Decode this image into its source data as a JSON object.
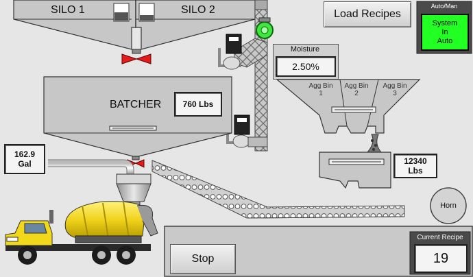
{
  "silos": [
    {
      "label": "SILO 1"
    },
    {
      "label": "SILO 2"
    }
  ],
  "load_recipes": {
    "label": "Load Recipes"
  },
  "auto_man": {
    "title": "Auto/Man",
    "status_line1": "System",
    "status_line2": "In",
    "status_line3": "Auto",
    "status_color": "#22ff22"
  },
  "moisture": {
    "label": "Moisture",
    "value": "2.50%"
  },
  "agg_bins": [
    {
      "line1": "Agg Bin",
      "line2": "1"
    },
    {
      "line1": "Agg Bin",
      "line2": "2"
    },
    {
      "line1": "Agg Bin",
      "line2": "3"
    }
  ],
  "batcher": {
    "label": "BATCHER",
    "weight": "760 Lbs"
  },
  "water": {
    "value": "162.9",
    "unit": "Gal"
  },
  "agg_weigh": {
    "value": "12340",
    "unit": "Lbs"
  },
  "horn": {
    "label": "Horn"
  },
  "stop": {
    "label": "Stop"
  },
  "current_recipe": {
    "label": "Current Recipe",
    "value": "19"
  }
}
